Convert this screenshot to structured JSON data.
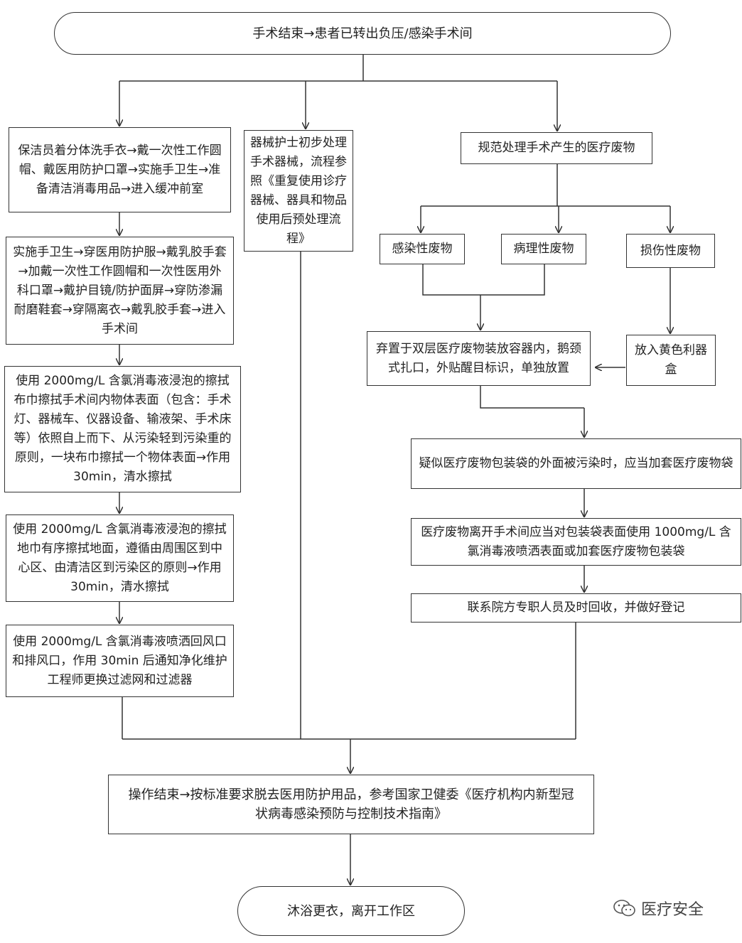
{
  "start": "手术结束→患者已转出负压/感染手术间",
  "left_col": [
    "保洁员着分体洗手衣→戴一次性工作圆帽、戴医用防护口罩→实施手卫生→准备清洁消毒用品→进入缓冲前室",
    "实施手卫生→穿医用防护服→戴乳胶手套→加戴一次性工作圆帽和一次性医用外科口罩→戴护目镜/防护面屏→穿防渗漏耐磨鞋套→穿隔离衣→戴乳胶手套→进入手术间",
    "使用 2000mg/L 含氯消毒液浸泡的擦拭布巾擦拭手术间内物体表面（包含：手术灯、器械车、仪器设备、输液架、手术床等）依照自上而下、从污染轻到污染重的原则，一块布巾擦拭一个物体表面→作用 30min，清水擦拭",
    "使用 2000mg/L 含氯消毒液浸泡的擦拭地巾有序擦拭地面，遵循由周围区到中心区、由清洁区到污染区的原则→作用 30min，清水擦拭",
    "使用 2000mg/L 含氯消毒液喷洒回风口和排风口，作用 30min 后通知净化维护工程师更换过滤网和过滤器"
  ],
  "middle": "器械护士初步处理手术器械，流程参照《重复使用诊疗器械、器具和物品使用后预处理流程》",
  "waste": {
    "title": "规范处理手术产生的医疗废物",
    "infectious": "感染性废物",
    "pathological": "病理性废物",
    "sharps": "损伤性废物",
    "discard": "弃置于双层医疗废物装放容器内，鹅颈式扎口，外贴醒目标识，单独放置",
    "sharps_box": "放入黄色利器盒",
    "contaminated": "疑似医疗废物包装袋的外面被污染时，应当加套医疗废物袋",
    "leave": "医疗废物离开手术间应当对包装袋表面使用 1000mg/L 含氯消毒液喷洒表面或加套医疗废物包装袋",
    "contact": "联系院方专职人员及时回收，并做好登记"
  },
  "finish": "操作结束→按标准要求脱去医用防护用品，参考国家卫健委《医疗机构内新型冠状病毒感染预防与控制技术指南》",
  "end": "沐浴更衣，离开工作区",
  "watermark": "医疗安全",
  "line_color": "#333333"
}
